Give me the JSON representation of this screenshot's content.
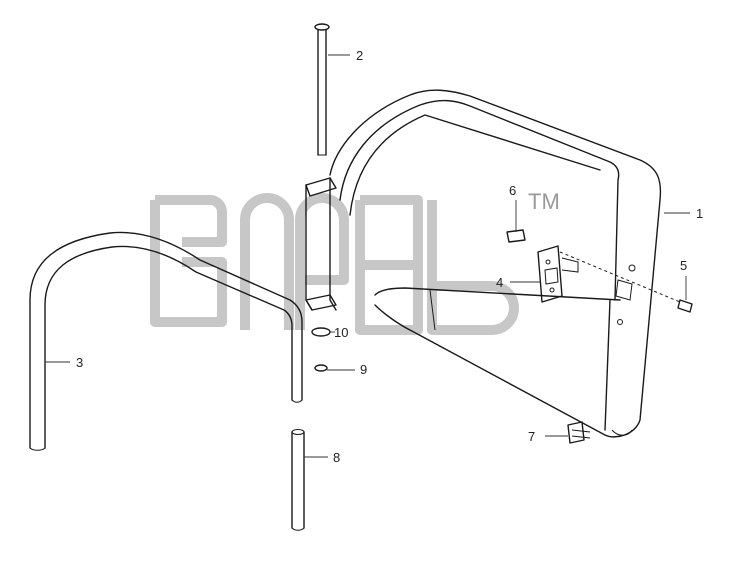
{
  "callouts": {
    "c1": "1",
    "c2": "2",
    "c3": "3",
    "c4": "4",
    "c5": "5",
    "c6": "6",
    "c7": "7",
    "c8": "8",
    "c9": "9",
    "c10": "10"
  },
  "watermark": {
    "tm": "TM"
  }
}
